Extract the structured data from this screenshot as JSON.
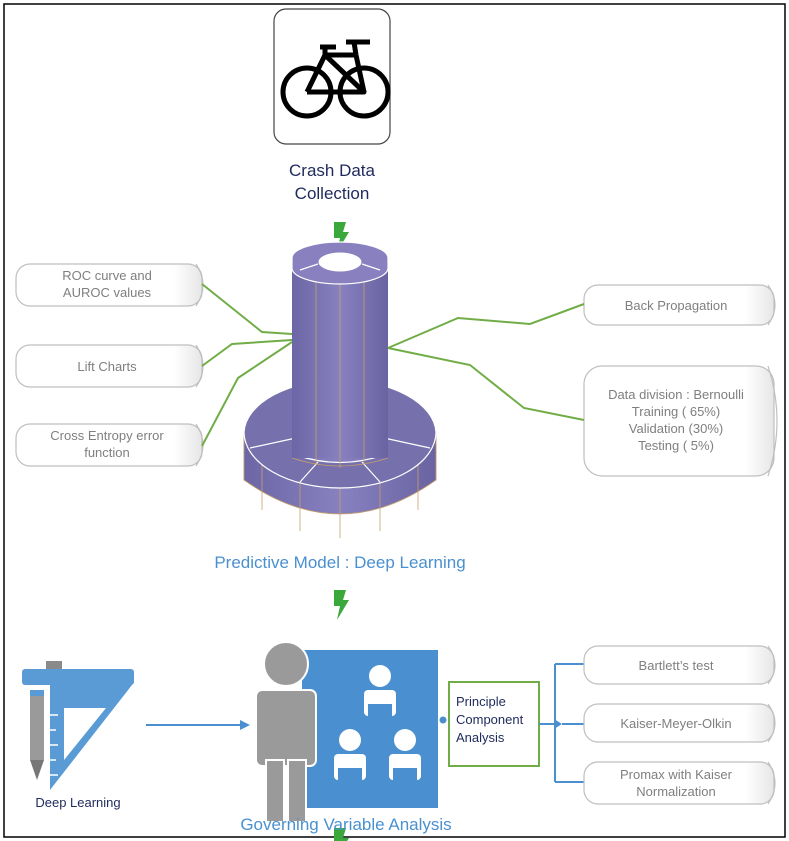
{
  "crash_data": {
    "line1": "Crash Data",
    "line2": "Collection",
    "icon": "bicycle-icon"
  },
  "model": {
    "title": "Predictive Model : Deep Learning",
    "color": "#7a72b0"
  },
  "left_boxes": [
    {
      "lines": [
        "ROC curve and",
        "AUROC values"
      ]
    },
    {
      "lines": [
        "Lift Charts"
      ]
    },
    {
      "lines": [
        "Cross Entropy error",
        "function"
      ]
    }
  ],
  "right_boxes": [
    {
      "lines": [
        "Back Propagation"
      ]
    },
    {
      "lines": [
        "Data division : Bernoulli",
        "Training ( 65%)",
        "Validation (30%)",
        "Testing ( 5%)"
      ]
    }
  ],
  "bottom": {
    "deep_learning_label": "Deep Learning",
    "governing_label": "Governing Variable Analysis",
    "pca_lines": [
      "Principle",
      "Component",
      "Analysis"
    ],
    "tests": [
      {
        "lines": [
          "Bartlett’s test"
        ]
      },
      {
        "lines": [
          "Kaiser-Meyer-Olkin"
        ]
      },
      {
        "lines": [
          "Promax with Kaiser",
          "Normalization"
        ]
      }
    ]
  },
  "colors": {
    "connector_green": "#70ad47",
    "arrow_blue": "#4a90d0",
    "lightning_green": "#3aa83a",
    "panel_blue": "#4a90d0",
    "person_gray": "#9a9a9a"
  }
}
